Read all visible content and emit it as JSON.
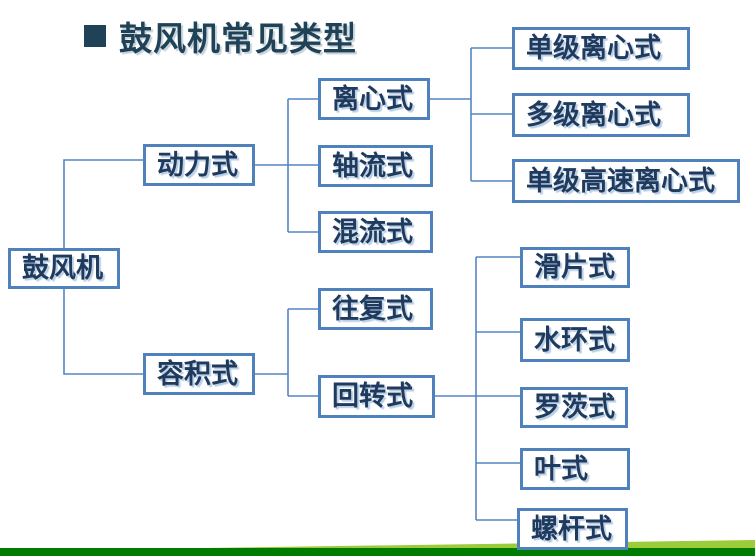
{
  "slide": {
    "title": "鼓风机常见类型",
    "bullet_icon": "filled-square"
  },
  "colors": {
    "title_text": "#1F4256",
    "box_border": "#4F81BD",
    "box_text": "#1F3A5C",
    "connector_line": "#5585C2",
    "footer_bar_green": "#007D00",
    "footer_accent_green": "#9CCB3B"
  },
  "nodes": {
    "root": "鼓风机",
    "dynamic": "动力式",
    "positive_displacement": "容积式",
    "centrifugal": "离心式",
    "axial": "轴流式",
    "mixed_flow": "混流式",
    "reciprocating": "往复式",
    "rotary": "回转式",
    "single_stage_centrifugal": "单级离心式",
    "multi_stage_centrifugal": "多级离心式",
    "single_stage_high_speed_centrifugal": "单级高速离心式",
    "sliding_vane": "滑片式",
    "water_ring": "水环式",
    "roots": "罗茨式",
    "vane": "叶式",
    "screw": "螺杆式"
  },
  "hierarchy": {
    "label": "鼓风机",
    "children": [
      {
        "label": "动力式",
        "children": [
          {
            "label": "离心式",
            "children": [
              {
                "label": "单级离心式"
              },
              {
                "label": "多级离心式"
              },
              {
                "label": "单级高速离心式"
              }
            ]
          },
          {
            "label": "轴流式"
          },
          {
            "label": "混流式"
          }
        ]
      },
      {
        "label": "容积式",
        "children": [
          {
            "label": "往复式"
          },
          {
            "label": "回转式",
            "children": [
              {
                "label": "滑片式"
              },
              {
                "label": "水环式"
              },
              {
                "label": "罗茨式"
              },
              {
                "label": "叶式"
              },
              {
                "label": "螺杆式"
              }
            ]
          }
        ]
      }
    ]
  }
}
